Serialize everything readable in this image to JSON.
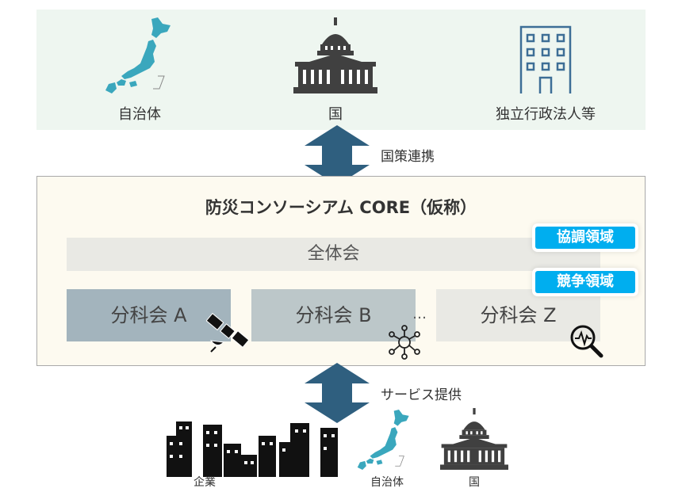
{
  "top_entities": {
    "local_gov": "自治体",
    "national": "国",
    "agency": "独立行政法人等"
  },
  "arrows": {
    "policy_link": "国策連携",
    "service": "サービス提供"
  },
  "consortium": {
    "title": "防災コンソーシアム CORE（仮称）",
    "plenary": "全体会",
    "subcommittees": [
      "分科会 A",
      "分科会 B",
      "分科会 Z"
    ],
    "ellipsis": "…"
  },
  "tags": {
    "cooperative": "協調領域",
    "competitive": "競争領域"
  },
  "bottom_entities": {
    "companies": "企業",
    "local_gov": "自治体",
    "national": "国"
  },
  "colors": {
    "japan_map": "#3aa7bd",
    "building_dark": "#404040",
    "agency_blue": "#3d6e96",
    "arrow": "#2f5f7f",
    "tag": "#00aeef",
    "sub_a": "#a3b4bd",
    "sub_b": "#bcc7c9",
    "sub_z": "#e9e9e4"
  }
}
